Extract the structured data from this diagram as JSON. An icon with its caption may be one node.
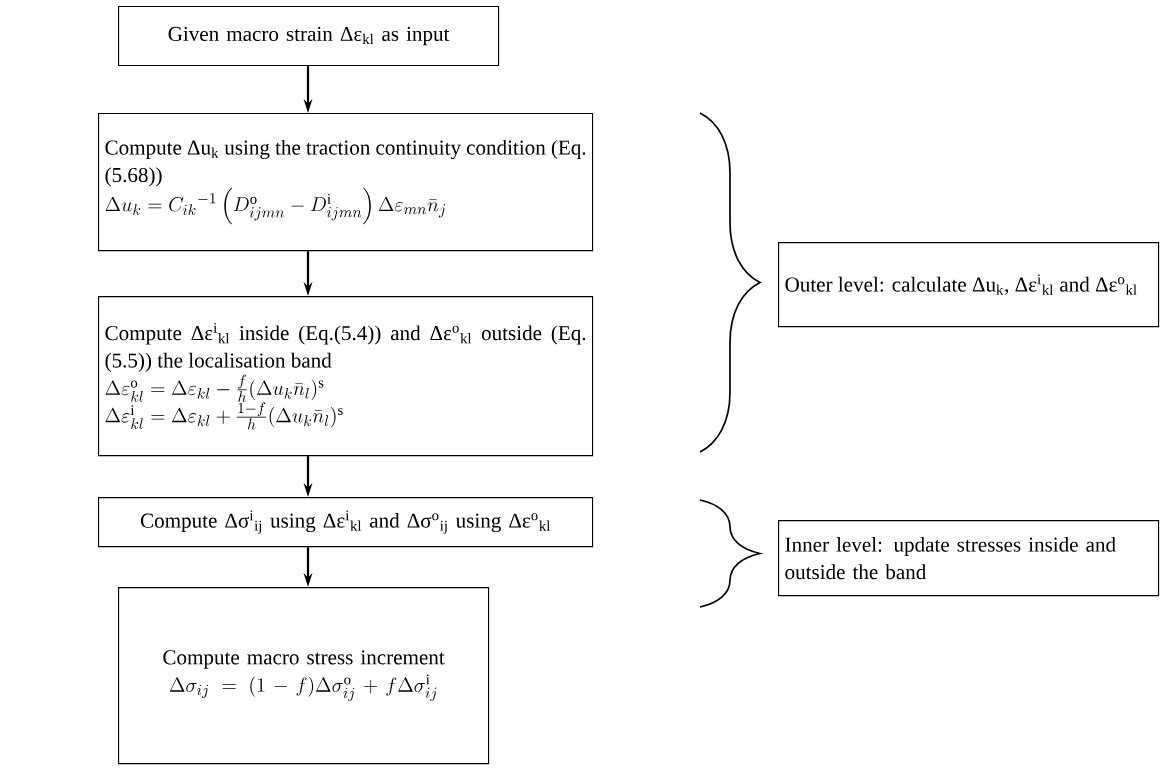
{
  "diagram": {
    "nodes": [
      {
        "text": [
          "Given macro strain Δε$_{kl}$ as input"
        ]
      },
      {
        "text": [
          "Compute Δu$_{k}$ using the traction continuity condition (Eq. (5.68))",
          "\\Delta u_k = {C_{ik}}^{-1}\\left(D^{\\mathrm{o}}_{ijmn} - D^{\\mathrm{i}}_{ijmn}\\right)\\Delta\\varepsilon_{mn}\\bar{n}_j"
        ]
      },
      {
        "text": [
          "Compute Δε$^{i}$$_{kl}$ inside (Eq.(5.4)) and Δε$^{o}$$_{kl}$ outside (Eq. (5.5)) the localisation band",
          "\\Delta\\varepsilon^{\\mathrm{o}}_{kl} = \\Delta\\varepsilon_{kl} - \\frac{f}{h}(\\Delta u_k\\bar{n}_l)^{\\mathrm{s}}",
          "\\Delta\\varepsilon^{\\mathrm{i}}_{kl} = \\Delta\\varepsilon_{kl} + \\frac{1-f}{h}(\\Delta u_k\\bar{n}_l)^{\\mathrm{s}}"
        ]
      },
      {
        "text": [
          "Compute Δσ$^{i}$$_{ij}$ using Δε$^{i}$$_{kl}$ and Δσ$^{o}$$_{ij}$ using Δε$^{o}$$_{kl}$"
        ]
      },
      {
        "text": [
          "Compute macro stress increment",
          "\\Delta\\sigma_{ij} = (1-f)\\Delta\\sigma^{\\mathrm{o}}_{ij} + f\\Delta\\sigma^{\\mathrm{i}}_{ij}"
        ]
      },
      {
        "text": [
          "Outer level: calculate Δu$_{k}$, Δε$^{i}$$_{kl}$ and Δε$^{o}$$_{kl}$"
        ]
      },
      {
        "text": [
          "Inner level: update stresses inside and outside the band"
        ]
      }
    ],
    "edges": [
      {
        "from": 0,
        "to": 1,
        "arrow": "to"
      },
      {
        "from": 1,
        "to": 2,
        "arrow": "to"
      },
      {
        "from": 2,
        "to": 3,
        "arrow": "to"
      },
      {
        "from": 3,
        "to": 4,
        "arrow": "to"
      }
    ]
  }
}
